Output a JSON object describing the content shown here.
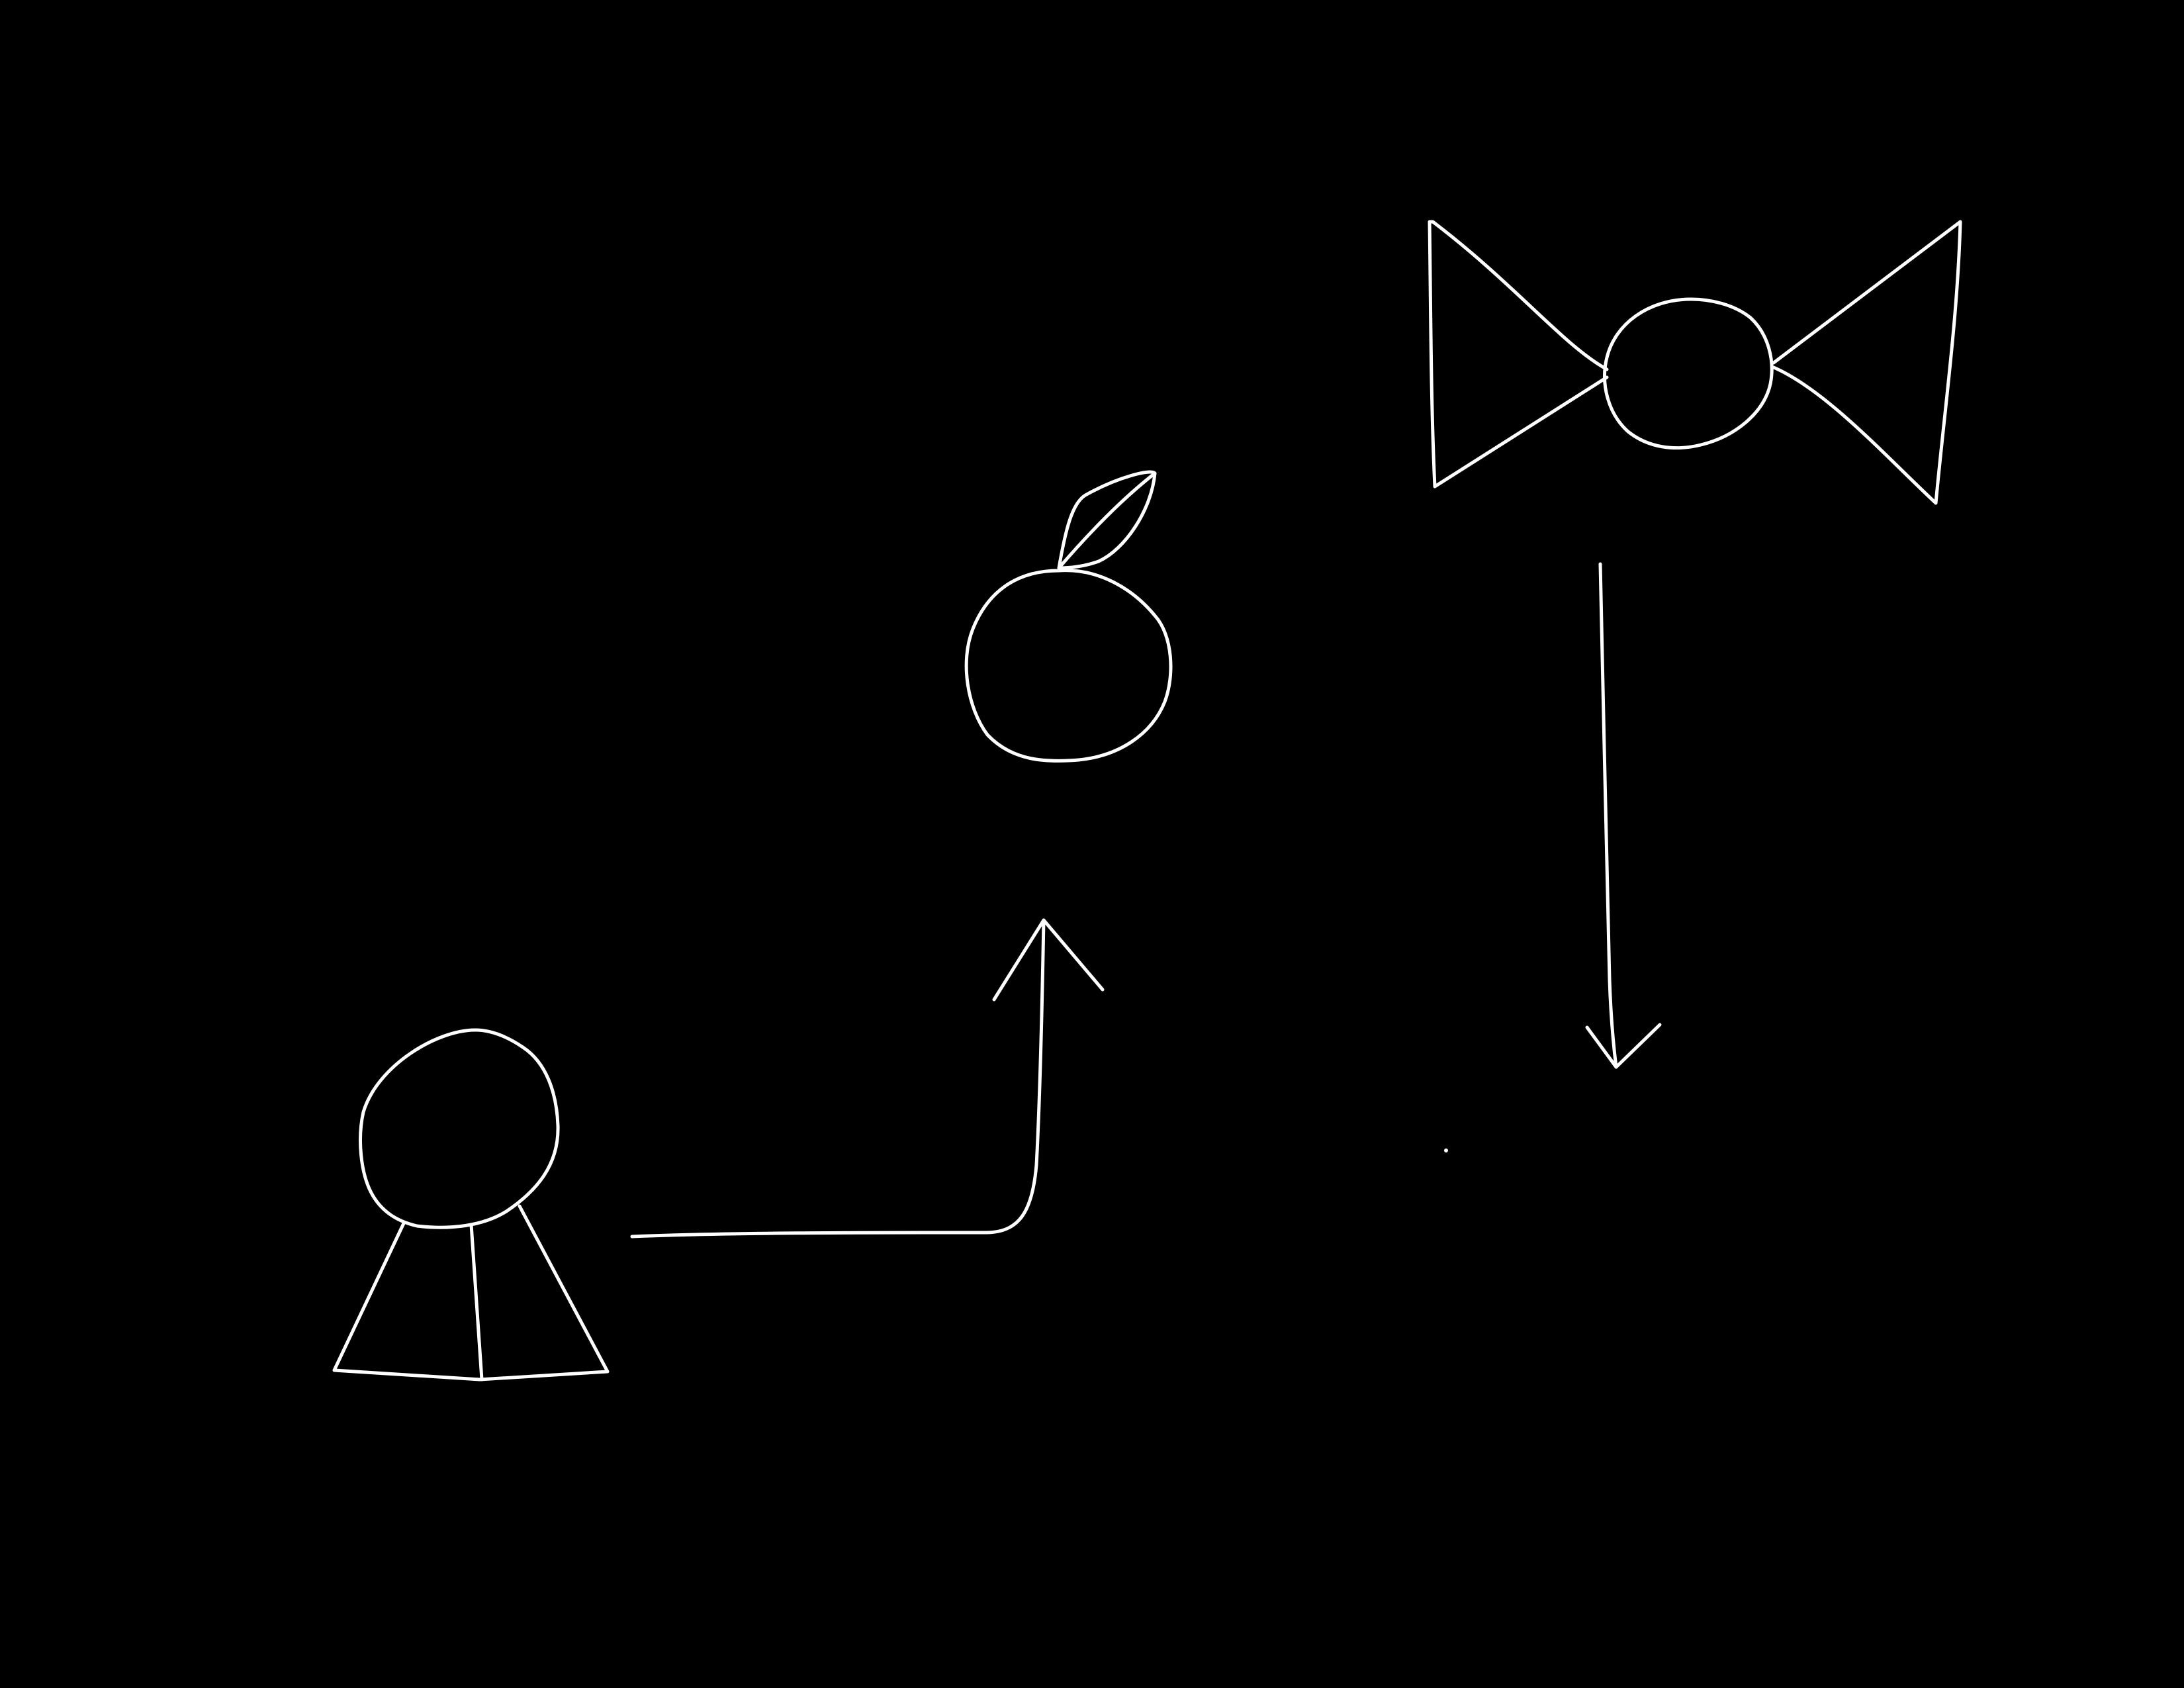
{
  "background_color": "#000000",
  "stroke_color": "#ffffff",
  "figures": [
    {
      "id": "person",
      "icon": "person-icon"
    },
    {
      "id": "apple",
      "icon": "apple-icon"
    },
    {
      "id": "candy",
      "icon": "candy-icon"
    }
  ],
  "arrows": [
    {
      "from": "person",
      "to": "apple",
      "direction": "up"
    },
    {
      "from": "candy",
      "to": "",
      "direction": "down"
    }
  ]
}
